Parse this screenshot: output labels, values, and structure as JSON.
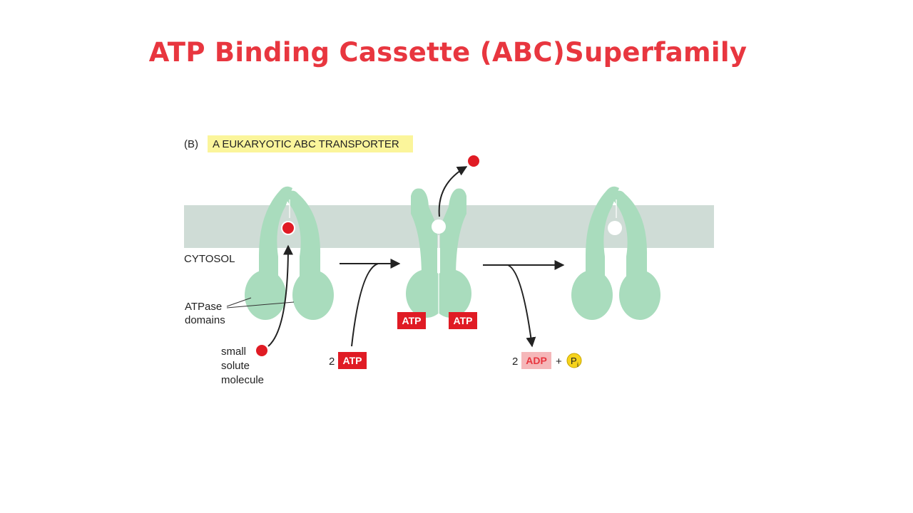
{
  "title": "ATP Binding Cassette (ABC)Superfamily",
  "figure": {
    "panel_label": "(B)",
    "panel_title": "A EUKARYOTIC ABC TRANSPORTER",
    "cytosol_label": "CYTOSOL",
    "atpase_label": [
      "ATPase",
      "domains"
    ],
    "solute_label": [
      "small",
      "solute",
      "molecule"
    ],
    "atp_input": {
      "count": "2",
      "label": "ATP"
    },
    "bound_atp_label": "ATP",
    "adp_output": {
      "count": "2",
      "label": "ADP",
      "plus": "+",
      "pi_main": "P",
      "pi_sub": "i"
    }
  },
  "colors": {
    "title": "#e8363f",
    "membrane": "#cfdcd6",
    "protein": "#a9dcbd",
    "solute": "#e01b24",
    "atp_box": "#e01b24",
    "adp_box": "#f5b7b9",
    "pi_circle": "#f6d31c",
    "highlight": "#fbf59b"
  }
}
